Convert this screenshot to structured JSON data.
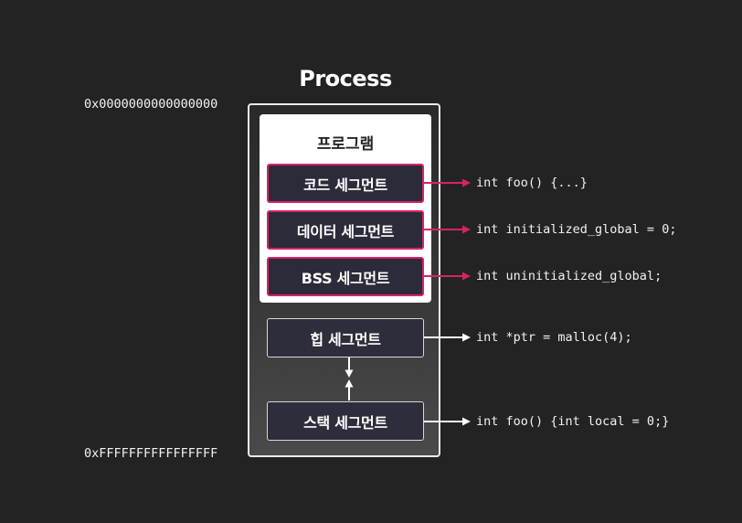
{
  "title": "Process",
  "addresses": {
    "low": "0x0000000000000000",
    "high": "0xFFFFFFFFFFFFFFFF"
  },
  "program": {
    "label": "프로그램",
    "segments": [
      {
        "label": "코드 세그먼트",
        "code": "int foo() {...}"
      },
      {
        "label": "데이터 세그먼트",
        "code": "int initialized_global = 0;"
      },
      {
        "label": "BSS 세그먼트",
        "code": "int uninitialized_global;"
      }
    ]
  },
  "heap": {
    "label": "힙 세그먼트",
    "code": "int *ptr = malloc(4);"
  },
  "stack": {
    "label": "스택 세그먼트",
    "code": "int foo() {int local = 0;}"
  },
  "colors": {
    "background": "#232323",
    "accent": "#d6226a",
    "segment_fill": "#2c2b3a"
  }
}
